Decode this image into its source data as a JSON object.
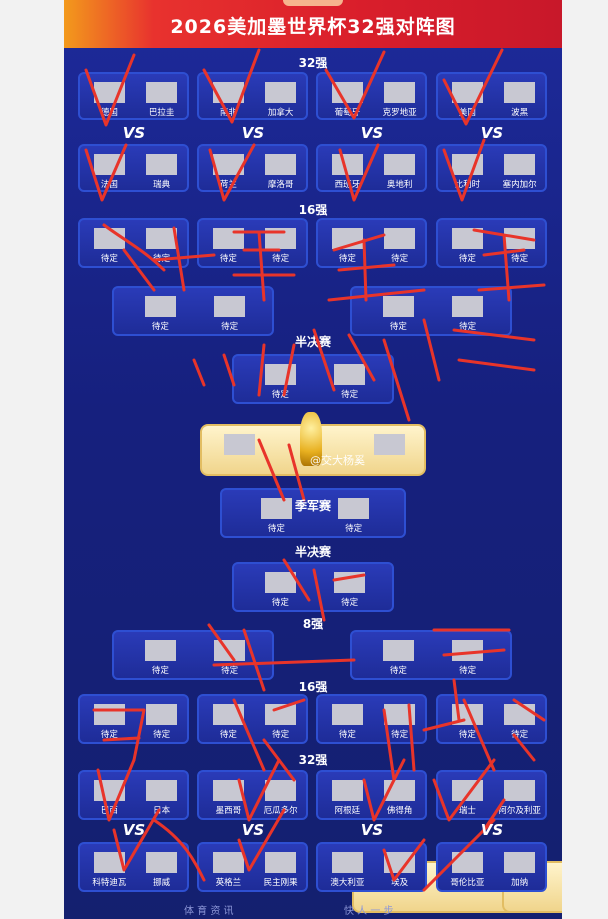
{
  "poster": {
    "title": "2026美加墨世界杯32强对阵图",
    "footer_left": "体 育 资 讯",
    "footer_right": "快 人 一 步",
    "watermark": "@交大杨奚"
  },
  "labels": {
    "r32": "32强",
    "r16": "16强",
    "qf": "8强",
    "sf": "半决赛",
    "third": "季军赛",
    "vs": "VS",
    "pending": "待定"
  },
  "top": {
    "row1": [
      {
        "a": "德国",
        "b": "巴拉圭"
      },
      {
        "a": "南非",
        "b": "加拿大"
      },
      {
        "a": "葡萄牙",
        "b": "克罗地亚"
      },
      {
        "a": "美国",
        "b": "波黑"
      }
    ],
    "row2": [
      {
        "a": "法国",
        "b": "瑞典"
      },
      {
        "a": "荷兰",
        "b": "摩洛哥"
      },
      {
        "a": "西班牙",
        "b": "奥地利"
      },
      {
        "a": "比利时",
        "b": "塞内加尔"
      }
    ]
  },
  "bottom": {
    "row1": [
      {
        "a": "巴西",
        "b": "日本"
      },
      {
        "a": "墨西哥",
        "b": "厄瓜多尔"
      },
      {
        "a": "阿根廷",
        "b": "佛得角"
      },
      {
        "a": "瑞士",
        "b": "阿尔及利亚"
      }
    ],
    "row2": [
      {
        "a": "科特迪瓦",
        "b": "挪威"
      },
      {
        "a": "英格兰",
        "b": "民主刚果"
      },
      {
        "a": "澳大利亚",
        "b": "埃及"
      },
      {
        "a": "哥伦比亚",
        "b": "加纳"
      }
    ]
  },
  "colors": {
    "background": "#1a2688",
    "box": "#2a3bb8",
    "border": "#2e4fd2",
    "banner": "#d91e2b",
    "scribble": "#e8342a"
  }
}
